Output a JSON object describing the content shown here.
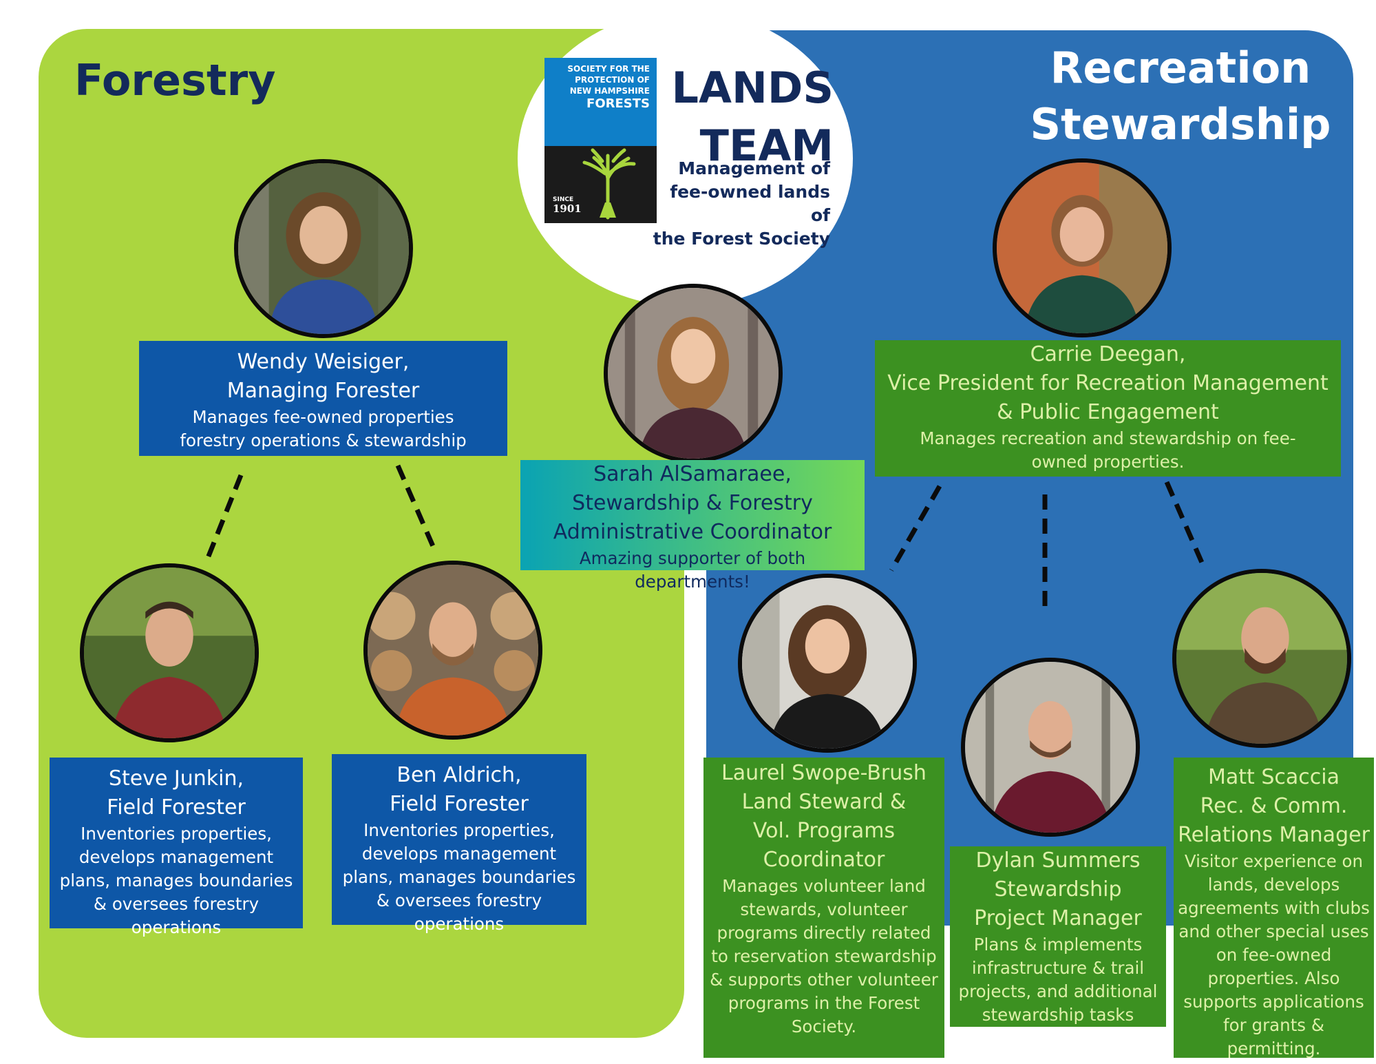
{
  "sections": {
    "forestry": "Forestry",
    "recreation": "Recreation Stewardship"
  },
  "header": {
    "title_line1": "LANDS",
    "title_line2": "TEAM",
    "subtitle": [
      "Management of",
      "fee-owned lands of",
      "the Forest Society"
    ]
  },
  "logo": {
    "lines": [
      "SOCIETY FOR THE",
      "PROTECTION OF",
      "NEW HAMPSHIRE"
    ],
    "name": "FORESTS",
    "since": "SINCE",
    "year": "1901"
  },
  "people": {
    "wendy": {
      "name": "Wendy Weisiger,",
      "role": "Managing Forester",
      "desc": "Manages fee-owned properties forestry operations & stewardship"
    },
    "sarah": {
      "name": "Sarah AlSamaraee,",
      "role": "Stewardship & Forestry",
      "role2": "Administrative Coordinator",
      "desc": "Amazing supporter of both departments!"
    },
    "carrie": {
      "name": "Carrie Deegan,",
      "role": "Vice President for Recreation Management",
      "role2": "& Public Engagement",
      "desc": "Manages recreation and stewardship on fee-owned properties."
    },
    "steve": {
      "name": "Steve Junkin,",
      "role": "Field Forester",
      "desc": "Inventories properties, develops management plans, manages boundaries & oversees forestry operations"
    },
    "ben": {
      "name": "Ben Aldrich,",
      "role": "Field Forester",
      "desc": "Inventories properties, develops management plans, manages boundaries & oversees forestry operations"
    },
    "laurel": {
      "name": "Laurel Swope-Brush",
      "role": "Land Steward &",
      "role2": "Vol. Programs",
      "role3": "Coordinator",
      "desc": "Manages volunteer land stewards, volunteer programs directly related to reservation stewardship & supports other volunteer programs in the Forest Society."
    },
    "dylan": {
      "name": "Dylan Summers",
      "role": "Stewardship",
      "role2": "Project Manager",
      "desc": "Plans & implements infrastructure & trail projects, and additional stewardship tasks"
    },
    "matt": {
      "name": "Matt Scaccia",
      "role": "Rec. & Comm.",
      "role2": "Relations Manager",
      "desc": "Visitor experience on lands, develops agreements with clubs and other special uses on fee-owned properties. Also supports applications for grants & permitting."
    }
  },
  "colors": {
    "forestry_bg": "#abd63f",
    "recreation_bg": "#2c70b5",
    "forestry_card": "#0e57a7",
    "recreation_card": "#3c9121",
    "title_navy": "#132a5b"
  }
}
